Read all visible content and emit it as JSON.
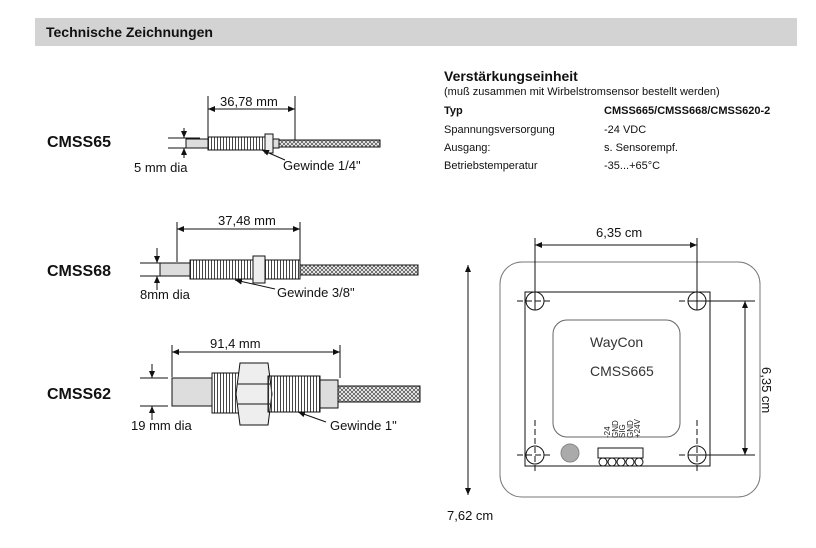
{
  "header": {
    "title": "Technische Zeichnungen"
  },
  "sensors": [
    {
      "model": "CMSS65",
      "length": "36,78 mm",
      "diameter": "5 mm dia",
      "thread": "Gewinde 1/4\""
    },
    {
      "model": "CMSS68",
      "length": "37,48 mm",
      "diameter": "8mm dia",
      "thread": "Gewinde 3/8\""
    },
    {
      "model": "CMSS62",
      "length": "91,4 mm",
      "diameter": "19 mm dia",
      "thread": "Gewinde 1\""
    }
  ],
  "amplifier": {
    "title": "Verstärkungseinheit",
    "subtitle": "(muß zusammen mit Wirbelstromsensor bestellt werden)",
    "rows": [
      {
        "label": "Typ",
        "value": "CMSS665/CMSS668/CMSS620-2"
      },
      {
        "label": "Spannungsversorgung",
        "value": "-24 VDC"
      },
      {
        "label": "Ausgang:",
        "value": "s. Sensorempf."
      },
      {
        "label": "Betriebstemperatur",
        "value": "-35...+65°C"
      }
    ],
    "drawing": {
      "width_label": "6,35 cm",
      "height_label": "6,35 cm",
      "outer_label": "7,62 cm",
      "brand": "WayCon",
      "model": "CMSS665",
      "pins": [
        "-24",
        "GND",
        "SIG",
        "GND",
        "+24V"
      ]
    }
  }
}
